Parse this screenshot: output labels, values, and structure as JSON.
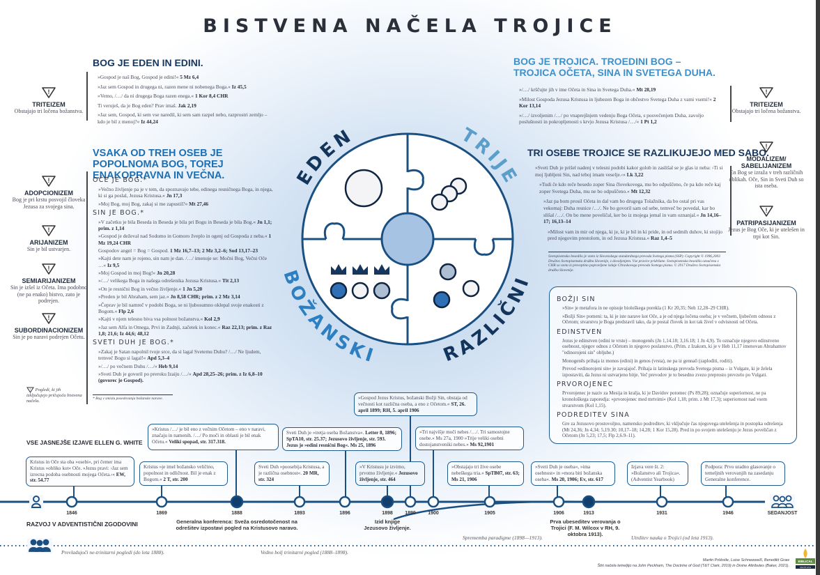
{
  "title": "BISTVENA NAČELA TROJICE",
  "left": {
    "heading1": "BOG JE EDEN IN EDINI.",
    "quotes1": [
      {
        "t": "»Gospod je naš Bog, Gospod je edini!«",
        "r": "5 Mz 6,4"
      },
      {
        "t": "»Jaz sem Gospod in drugega ni, razen mene ni nobenega Boga.«",
        "r": "Iz 45,5"
      },
      {
        "t": "»Vemo, /…/ da ni drugega Boga razen enega.«",
        "r": "1 Kor 8,4 CHR"
      },
      {
        "t": "Ti veruješ, da je Bog eden? Prav imaš.",
        "r": "Jak 2,19"
      },
      {
        "t": "»Jaz sem, Gospod, ki sem vse naredil, ki sem sam razpel nebo, razprostri zemljo – kdo je bil z menoj?«",
        "r": "Iz 44,24"
      }
    ],
    "heading2": "VSAKA OD TREH OSEB JE POPOLNOMA BOG, TOREJ ENAKOPRAVNA IN VEČNA.",
    "sections": [
      {
        "title": "OČE JE BOG.*",
        "quotes": [
          {
            "t": "»Večno življenje pa je v tem, da spoznavajo tebe, edinega resničnega Boga, in njega, ki si ga poslal, Jezusa Kristusa.«",
            "r": "Jn 17,3"
          },
          {
            "t": "»Moj Bog, moj Bog, zakaj si me zapustil?«",
            "r": "Mt 27,46"
          }
        ]
      },
      {
        "title": "SIN JE BOG.*",
        "quotes": [
          {
            "t": "»V začetku je bila Beseda in Beseda je bila pri Bogu in Beseda je bila Bog.«",
            "r": "Jn 1,1; prim. z 1,14"
          },
          {
            "t": "»Gospod je deževal nad Sodomo in Gomoro žveplo in ogenj od Gospoda z neba.«",
            "r": "1 Mz 19,24 CHR"
          },
          {
            "t": "Gospodov angel = Bog = Gospod.",
            "r": "1 Mz 16,7–13; 2 Mz 3,2–6; Sod 13,17–23"
          },
          {
            "t": "»Kajti dete nam je rojeno, sin nam je dan. /…/ imenuje se: Močni Bog, Večni Oče …«",
            "r": "Iz 9,5"
          },
          {
            "t": "»Moj Gospod in moj Bog!«",
            "r": "Jn 20,28"
          },
          {
            "t": "»/…/ velikega Boga in našega odrešenika Jezusa Kristusa.«",
            "r": "Tit 2,13"
          },
          {
            "t": "»On je resnični Bog in večno življenje.«",
            "r": "1 Jn 5,20"
          },
          {
            "t": "»Preden je bil Abraham, sem jaz.«",
            "r": "Jn 8,58 CHR; prim. z 2 Mz 3,14"
          },
          {
            "t": "»Čeprav je bil namreč v podobi Boga, se ni ljubosumno oklepal svoje enakosti z Bogom.«",
            "r": "Flp 2,6"
          },
          {
            "t": "»Kajti v njem telesno biva vsa polnost božanstva.«",
            "r": "Kol 2,9"
          },
          {
            "t": "»Jaz sem Alfa in Omega, Prvi in Zadnji, začetek in konec.«",
            "r": "Raz 22,13; prim. z Raz 1,8; 21,6; Iz 44,6; 48,12"
          }
        ]
      },
      {
        "title": "SVETI DUH JE BOG.*",
        "quotes": [
          {
            "t": "»Zakaj je Satan napolnil tvoje srce, da si lagal Svetemu Duhu? /…/ Ne ljudem, temveč Bogu si lagal!«",
            "r": "Apd 5,3–4"
          },
          {
            "t": "»/…/ po večnem Duhu /…/«",
            "r": "Heb 9,14"
          },
          {
            "t": "»Sveti Duh je govoril po preroku Izaiju /…/«",
            "r": "Apd 28,25–26; prim. z Iz 6,8–10 (govorec je Gospod)."
          }
        ]
      }
    ],
    "footnote": "* Bog v smislu posedovanja božanske narave.",
    "heresies": [
      {
        "name": "TRITEIZEM",
        "desc": "Obstajajo tri ločena božanstva."
      },
      {
        "name": "ADOPCIONIZEM",
        "desc": "Bog je pri krstu posvojil človeka Jezusa za svojega sina."
      },
      {
        "name": "ARIJANIZEM",
        "desc": "Sin je bil ustvarjen."
      },
      {
        "name": "SEMIARIJANIZEM",
        "desc": "Sin je izšel iz Očeta. Ima podobno (ne pa enako) bistvo, zato je podrejen."
      },
      {
        "name": "SUBORDINACIONIZEM",
        "desc": "Sin je po naravi podrejen Očetu."
      }
    ],
    "legend": "Pogledi, ki jih izključujejo pričujoča bistvena načela."
  },
  "circle": {
    "words": [
      "EDEN",
      "TRIJE",
      "BOŽANSKI",
      "RAZLIČNI"
    ],
    "colors": {
      "navy": "#13355c",
      "light": "#5a9ec9",
      "mid": "#2e7fc1",
      "center": "#a6c3e3"
    }
  },
  "right": {
    "heading1": "BOG JE TROJICA. TROEDINI BOG – TROJICA OČETA, SINA IN SVETEGA DUHA.",
    "quotes1": [
      {
        "t": "»/…/ krščujte jih v ime Očeta in Sina in Svetega Duha.«",
        "r": "Mt 28,19"
      },
      {
        "t": "»Milost Gospoda Jezusa Kristusa in ljubezen Boga in občestvo Svetega Duha z vami vsemi!«",
        "r": "2 Kor 13,14"
      },
      {
        "t": "»/…/ izvoljenim /…/ po vnaprejšnjem vedenju Boga Očeta, s posvečenjem Duha, zavoljo poslušnosti in pokropljenosti s krvjo Jezusa Kristusa /…/«",
        "r": "1 Pt 1,2"
      }
    ],
    "heading2": "TRI OSEBE TROJICE SE RAZLIKUJEJO MED SABO.",
    "quotes2": [
      {
        "t": "»Sveti Duh je prišel nadenj v telesni podobi kakor golob in zaslišal se je glas iz neba: ›Ti si moj ljubljeni Sin, nad teboj imam veselje.‹«",
        "r": "Lk 3,22"
      },
      {
        "t": "»Tudi če kdo reče besedo zoper Sina človekovega, mu bo odpuščeno, če pa kdo reče kaj zoper Svetega Duha, mu ne bo odpuščeno.«",
        "r": "Mt 12,32"
      },
      {
        "t": "»Jaz pa bom prosil Očeta in dal vam bo drugega Tolažnika, da bo ostal pri vas vekomaj: Duha resnice /…/. Ne bo govoril sam od sebe, temveč bo povedal, kar bo slišal /…/. On bo mene poveličal, ker bo iz mojega jemal in vam oznanjal.«",
        "r": "Jn 14,16–17; 16,13–14"
      },
      {
        "t": "»Milost vam in mir od njega, ki je, ki je bil in ki pride, in od sedmih duhov, ki stojijo pred njegovim prestolom, in od Jezusa Kristusa.«",
        "r": "Raz 1,4–5"
      }
    ],
    "copyright": "Svetopisemsko besedilo je vzeto iz Slovenskega standardnega prevoda Svetega pisma (SSP). Copyright © 1996,2003 Društvo Svetopisemska družba Slovenije, z dovoljenjem. Vse pravice pridržane. Svetopisemska besedila označena z CHR so vzeta iz prevoptino popravljene izdaje Chraskovega prevoda Svetega pisma. © 2017 Društvo Svetopisemska družba Slovenije.",
    "heresies": [
      {
        "name": "TRITEIZEM",
        "desc": "Obstajajo tri ločena božanstva."
      },
      {
        "name": "MODALIZEM/ SABELIJANIZEM",
        "desc": "En Bog se izraža v treh različnih oblikah. Oče, Sin in Sveti Duh so ista oseba."
      },
      {
        "name": "PATRIPASIJANIZEM",
        "desc": "Jezus je Bog Oče, ki je utelešen in trpi kot Sin."
      }
    ],
    "infobox": [
      {
        "title": "BOŽJI SIN",
        "paras": [
          "»Sin« je metafora in ne opisuje biološkega porekla (1 Kr 20,35; Neh 12,28–29 CHR).",
          "»Božji Sin« pomeni: ta, ki je iste narave kot Oče, a je od njega ločena oseba; je v večnem, ljubečem odnosu z Očetom; stvarstvu je Boga predstavil tako, da je postal človek in kot tak živel v odvisnosti od Očeta."
        ]
      },
      {
        "title": "EDINSTVEN",
        "paras": [
          "Jezus je edinstven (edini te vrste) – monogenēs (Jn 1,14.18; 3,16.18; 1 Jn 4,9). To označuje njegovo edinstveno osebnost, njegov odnos z Očetom in njegovo poslanstvo. (Prim. z Izakom, ki je v Heb 11,17 imenovan Abrahamov \"edinorojeni sin\" obljube.)",
          "Monogenēs prihaja iz monos (edini) in genos (vrsta), ne pa iz gennaō (zaploditi, roditi).",
          "Prevod »edinorojeni sin« je zavajajoč. Prihaja iz latinskega prevoda Svetega pisma – iz Vulgate, ki je želela izpostaviti, da Jezus ni ustvarjeno bitje. Več prevodov je to besedno zvezo preprosto prevzelo po Vulgati."
        ]
      },
      {
        "title": "PRVOROJENEC",
        "paras": [
          "Prvorojenec je naziv za Mesija in kralja, ki je Davidov potomec (Ps 89,28); označuje superiornost, ne pa kronološkega zaporedja: »prvorojenec med mrtvimi« (Kol 1,18; prim. z Mt 17,3); superiornost nad vsem stvarstvom (Kol 1,15)."
        ]
      },
      {
        "title": "PODREDITEV SINA",
        "paras": [
          "Gre za Jezusovo prostovoljno, namensko podreditev, ki vključuje čas njegovega utelešenja in postopka odrešenja (Mt 24,36; Jn 4,34; 5,19.30; 10,17–18; 14,28; 1 Kor 15,28). Pred in po svojem utelešenju je Jezus poveličan z Očetom (Jn 5,23; 17,5; Flp 2,6.9–11)."
        ]
      }
    ]
  },
  "timeline": {
    "heading": "VSE JASNEJŠE IZJAVE ELLEN G. WHITE",
    "title": "RAZVOJ V ADVENTISTIČNI ZGODOVINI",
    "years": [
      {
        "label": "1846",
        "filled": false
      },
      {
        "label": "1869",
        "filled": false
      },
      {
        "label": "1888",
        "filled": true
      },
      {
        "label": "1893",
        "filled": false
      },
      {
        "label": "1896",
        "filled": false
      },
      {
        "label": "1898",
        "filled": true
      },
      {
        "label": "1899",
        "filled": false
      },
      {
        "label": "1900",
        "filled": false
      },
      {
        "label": "1905",
        "filled": false
      },
      {
        "label": "1906",
        "filled": false
      },
      {
        "label": "1913",
        "filled": true
      },
      {
        "label": "1931",
        "filled": false
      },
      {
        "label": "1946",
        "filled": false
      }
    ],
    "now": "SEDANJOST",
    "boxes": [
      {
        "t": "Kristus in Oče sta oba »osebi«, pri čemer ima Kristus »obliko kot« Oče. »Jezus pravi: ›Jaz sem izrecna podoba osebnosti mojega Očeta.‹«",
        "r": "EW, str. 54.77"
      },
      {
        "t": "Kristus »je imel božansko veličino, popolnost in odličnost. Bil je enak z Bogom.«",
        "r": "2 T, str. 200"
      },
      {
        "t": "»Kristus /…/ je bil eno z večnim Očetom – eno v naravi, značaju in namenih. /…/ Po moči in oblasti je bil enak Očetu.«",
        "r": "Veliki spopad, str. 317.318."
      },
      {
        "t": "Sveti Duh »poosebija Kristusa, a je različna osebnost«.",
        "r": "20 MR, str. 324"
      },
      {
        "t": "Sveti Duh je »tretja oseba Božanstva«.",
        "r": "Letter 8, 1896; SpTA10, str. 25.37; Jezusovo življenje, str. 593. Jezus je »edini resnični Bog«. Ms 25, 1896"
      },
      {
        "t": "»V Kristusu je izvirno, prvotno življenje.«",
        "r": "Jezusovo življenje, str. 464"
      },
      {
        "t": "»Gospod Jezus Kristus, božanski Božji Sin, obstaja od večnosti kot različna oseba, a eno z Očetom.«",
        "r": "ST, 26. april 1899; RH, 5. april 1906"
      },
      {
        "t": "»Tri najvišje moči nebes /…/. Tri samostojne osebe.« Ms 27a, 1900 »Trije veliki osebni dostojanstveniki nebes.«",
        "r": "Ms 92,1901"
      },
      {
        "t": "»Obstajajo tri žive osebe nebeškega tria.«",
        "r": "SpTB07, str. 63; Ms 21, 1906"
      },
      {
        "t": "»Sveti Duh je oseba«, »ima osebnost« in »mora biti božanska oseba«.",
        "r": "Ms 20, 1906; Ev, str. 617"
      },
      {
        "t": "Izjava vere št. 2: »Božanstvo ali Trojica«. (Adventist Yearbook)",
        "r": ""
      },
      {
        "t": "Podpora: Prvo uradno glasovanje o temeljnih verovanjih na zasedanju Generalne konference.",
        "r": ""
      }
    ],
    "events": {
      "e1888": "Generalna konferenca: Sveža osredotočenost na odrešitev izpostavi pogled na Kristusovo naravo.",
      "e1898": "Izid knjige Jezusovo življenje.",
      "e1913": "Prva ubeseditev verovanja o Trojici (F. M. Wilcox v RH, 9. oktobra 1913)."
    },
    "periods": [
      "Prevladujoči ne-trinitarni pogledi (do leta 1888).",
      "Vedno bolj trinitarni pogled (1888–1898).",
      "Sprememba paradigme (1898—1913).",
      "Utrditev nauka o Trojici (od leta 1913)."
    ]
  },
  "credits": {
    "authors": "Martin Pröbstle, Luise Schneeweiß, Benedikt Graw",
    "source": "Štiri načela temeljijo na John Peckham, The Doctrine of God (T&T Clark, 2019) in Divine Attributes (Baker, 2021).",
    "logo_text": "BIBLICAL RESEARCH INSTITUTE"
  }
}
